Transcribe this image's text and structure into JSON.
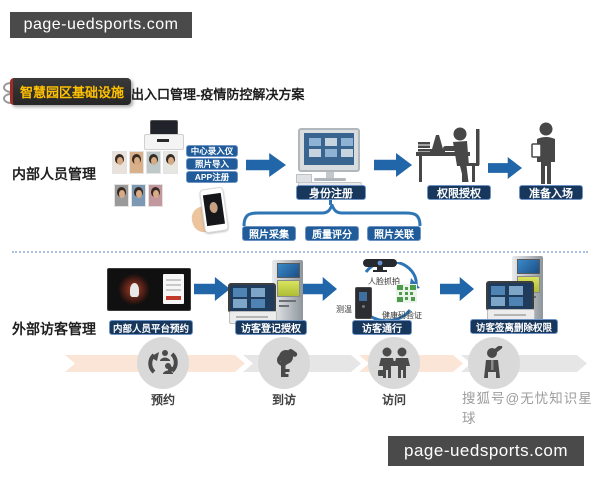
{
  "site_badge_top": "page-uedsports.com",
  "site_badge_bottom": "page-uedsports.com",
  "header": {
    "badge": "智慧园区基础设施",
    "title": "出入口管理-疫情防控解决方案"
  },
  "internal": {
    "section_label": "内部人员管理",
    "methods": [
      "中心录入仪",
      "照片导入",
      "APP注册"
    ],
    "step_register": "身份注册",
    "step_authorize": "权限授权",
    "step_ready": "准备入场",
    "photo_features": [
      "照片采集",
      "质量评分",
      "照片关联"
    ]
  },
  "external": {
    "section_label": "外部访客管理",
    "step_reserve": "内部人员平台预约",
    "step_checkin": "访客登记授权",
    "step_pass": "访客通行",
    "step_checkout": "访客签离删除权限",
    "pass_face": "人脸抓拍",
    "pass_temp": "测温",
    "pass_health": "健康码验证",
    "flow": [
      "预约",
      "到访",
      "访问"
    ]
  },
  "watermark": "搜狐号@无忧知识星球",
  "colors": {
    "accent_blue": "#2166A8",
    "pill_navy": "#17375D",
    "pill_blue": "#1F5C99",
    "badge_yellow": "#FFC000",
    "band_peach": "#FBE5D6",
    "band_gray": "#E7E6E6",
    "circle_gray": "#D9D9D9",
    "qr_green": "#4E9B4E"
  }
}
